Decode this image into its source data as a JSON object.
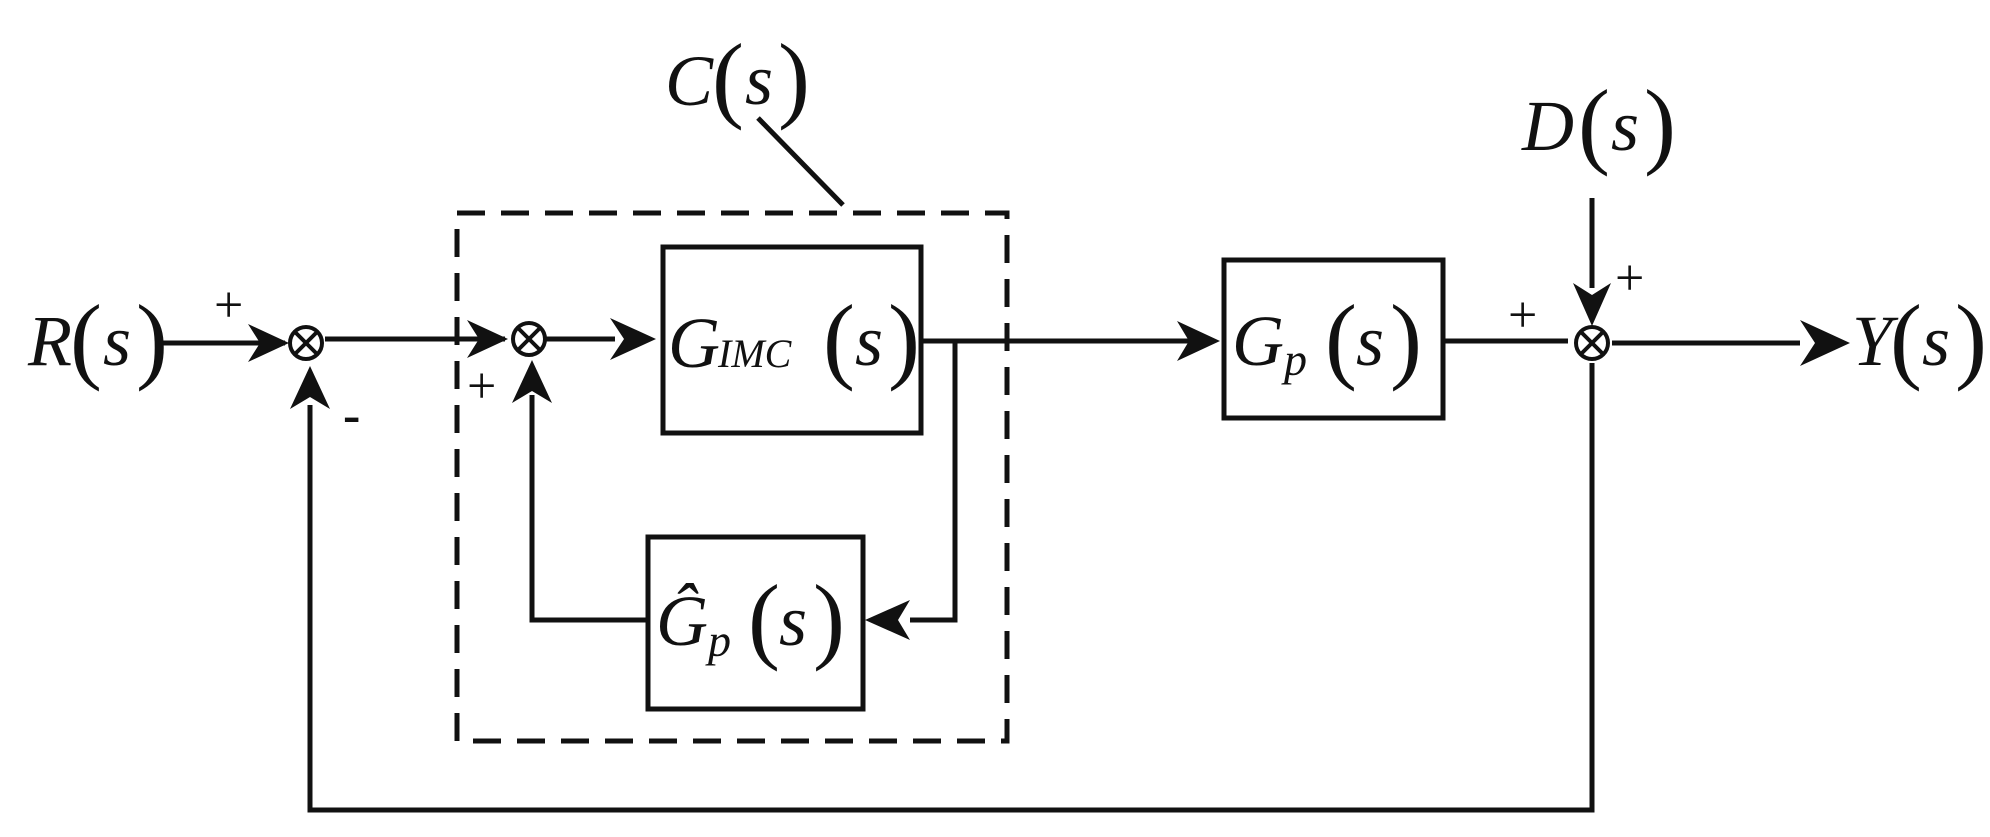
{
  "labels": {
    "controller_callout": {
      "symbol": "C",
      "arg": "s"
    },
    "reference_input": {
      "symbol": "R",
      "arg": "s"
    },
    "disturbance_input": {
      "symbol": "D",
      "arg": "s"
    },
    "output": {
      "symbol": "Y",
      "arg": "s"
    }
  },
  "blocks": {
    "imc_controller": {
      "symbol": "G",
      "subscript": "IMC",
      "arg": "s"
    },
    "plant": {
      "symbol": "G",
      "subscript": "p",
      "arg": "s"
    },
    "plant_model": {
      "symbol": "Ĝ",
      "subscript": "p",
      "arg": "s"
    }
  },
  "signs": {
    "sj1_reference": "+",
    "sj1_feedback": "-",
    "sj2_feedback": "+",
    "sj3_plant": "+",
    "sj3_disturbance": "+"
  }
}
